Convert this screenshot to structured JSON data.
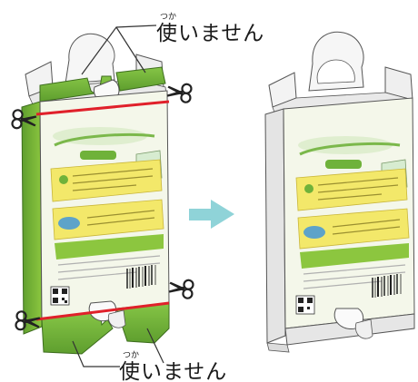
{
  "labels": {
    "top": {
      "ruby": "つか",
      "text": "使いません"
    },
    "bottom": {
      "ruby": "つか",
      "text": "使いません"
    }
  },
  "icons": [
    "scissors-icon",
    "arrow-right-icon",
    "qr-code-icon",
    "barcode-icon"
  ],
  "colors": {
    "flap_green": "#6fb23a",
    "panel_green": "#8cc63f",
    "panel_yellow": "#f3e86a",
    "cut_line": "#e0202a",
    "arrow": "#8fd3d8",
    "outline": "#555555"
  }
}
